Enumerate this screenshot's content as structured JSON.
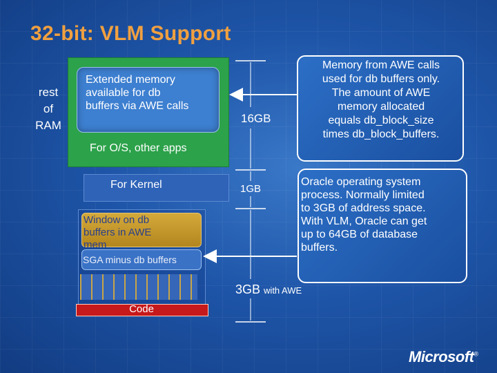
{
  "title": "32-bit: VLM Support",
  "rest_label": "rest\nof\nRAM",
  "extended_memory_label": "Extended memory\navailable for db\nbuffers via AWE calls",
  "os_label": "For O/S, other apps",
  "kernel_label": "For Kernel",
  "window_label": "Window on db\nbuffers in AWE\nmem",
  "sga_label": "SGA minus db buffers",
  "code_label": "Code",
  "capacity_16gb": "16GB",
  "capacity_1gb": "1GB",
  "capacity_3gb": "3GB",
  "capacity_3gb_note": "with AWE",
  "callout_awe": "Memory from AWE calls\nused for db buffers only.\nThe amount of AWE\nmemory allocated\nequals db_block_size\ntimes db_block_buffers.",
  "callout_oracle": "Oracle operating system\nprocess.  Normally limited\nto 3GB of address space.\nWith VLM, Oracle can get\nup to 64GB of database\nbuffers.",
  "logo_text": "Microsoft",
  "colors": {
    "title": "#f0a040",
    "ram_green": "#2ca24a",
    "window_gold": "#c9a133",
    "code_red": "#c6191b",
    "background_blue": "#1e55a8"
  }
}
